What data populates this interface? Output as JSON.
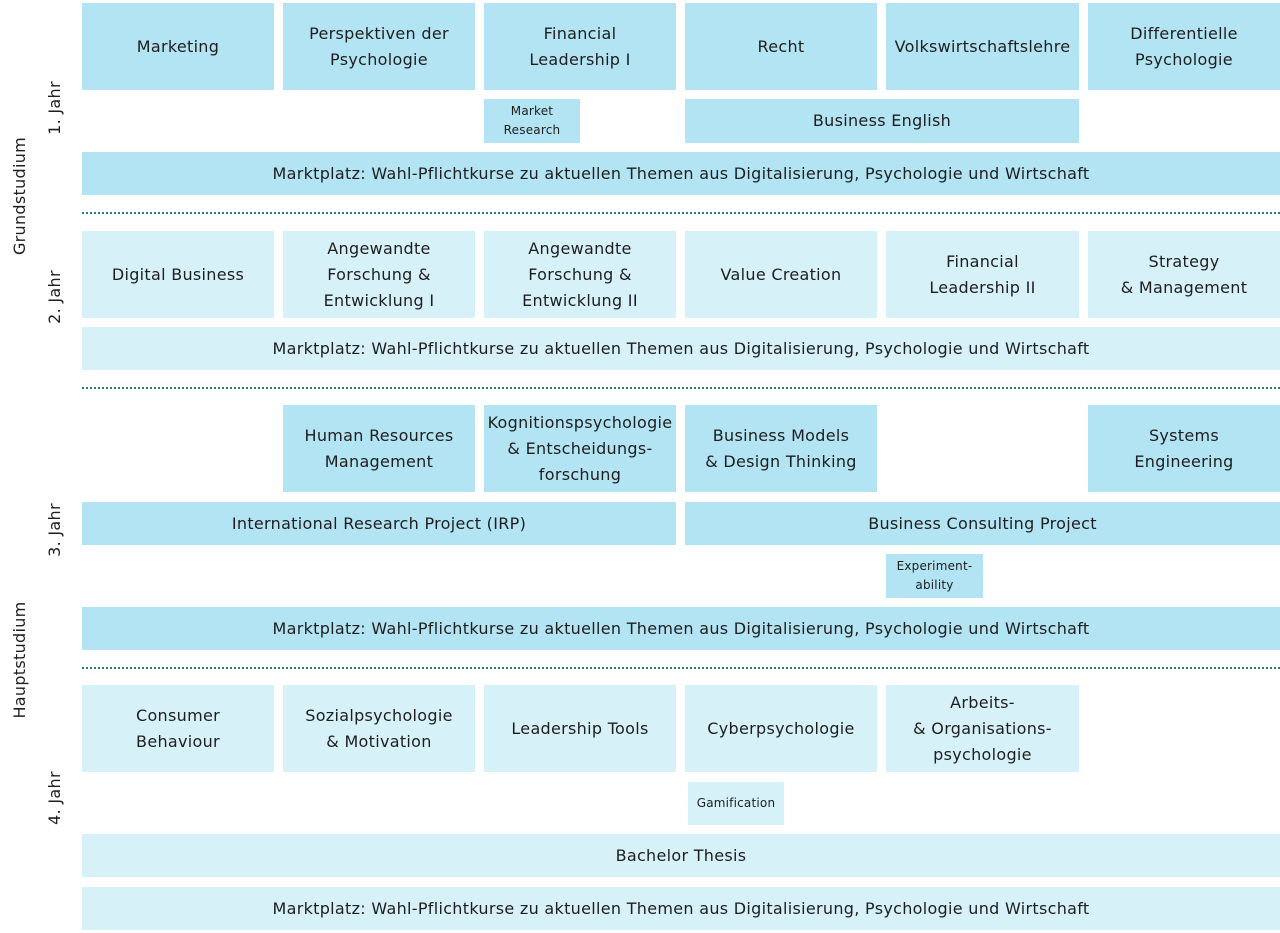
{
  "sections": {
    "grund": "Grundstudium",
    "haupt": "Hauptstudium"
  },
  "years": {
    "y1": "1. Jahr",
    "y2": "2. Jahr",
    "y3": "3. Jahr",
    "y4": "4. Jahr"
  },
  "year1": {
    "marketing": "Marketing",
    "perspektiven": "Perspektiven der\nPsychologie",
    "financial1": "Financial\nLeadership I",
    "recht": "Recht",
    "vwl": "Volkswirtschaftslehre",
    "differentielle": "Differentielle\nPsychologie",
    "market_research": "Market\nResearch",
    "business_english": "Business English",
    "marktplatz": "Marktplatz: Wahl-Pflichtkurse zu aktuellen Themen aus Digitalisierung, Psychologie und Wirtschaft"
  },
  "year2": {
    "digital_business": "Digital Business",
    "afe1": "Angewandte\nForschung &\nEntwicklung I",
    "afe2": "Angewandte\nForschung &\nEntwicklung II",
    "value_creation": "Value Creation",
    "financial2": "Financial\nLeadership II",
    "strategy": "Strategy\n& Management",
    "marktplatz": "Marktplatz: Wahl-Pflichtkurse zu aktuellen Themen aus Digitalisierung, Psychologie und Wirtschaft"
  },
  "year3": {
    "hrm": "Human Resources\nManagement",
    "kognition": "Kognitionspsychologie\n& Entscheidungs-\nforschung",
    "business_models": "Business Models\n& Design Thinking",
    "systems": "Systems\nEngineering",
    "irp": "International Research Project (IRP)",
    "consulting": "Business Consulting Project",
    "experiment": "Experiment-\nability",
    "marktplatz": "Marktplatz: Wahl-Pflichtkurse zu aktuellen Themen aus Digitalisierung, Psychologie und Wirtschaft"
  },
  "year4": {
    "consumer": "Consumer\nBehaviour",
    "sozial": "Sozialpsychologie\n& Motivation",
    "leadership_tools": "Leadership Tools",
    "cyber": "Cyberpsychologie",
    "arbeits": "Arbeits-\n& Organisations-\npsychologie",
    "gamification": "Gamification",
    "thesis": "Bachelor Thesis",
    "marktplatz": "Marktplatz: Wahl-Pflichtkurse zu aktuellen Themen aus Digitalisierung, Psychologie und Wirtschaft"
  },
  "colors": {
    "dark_box": "#b3e4f3",
    "light_box": "#d7f1f9",
    "divider": "#2f7a80"
  }
}
